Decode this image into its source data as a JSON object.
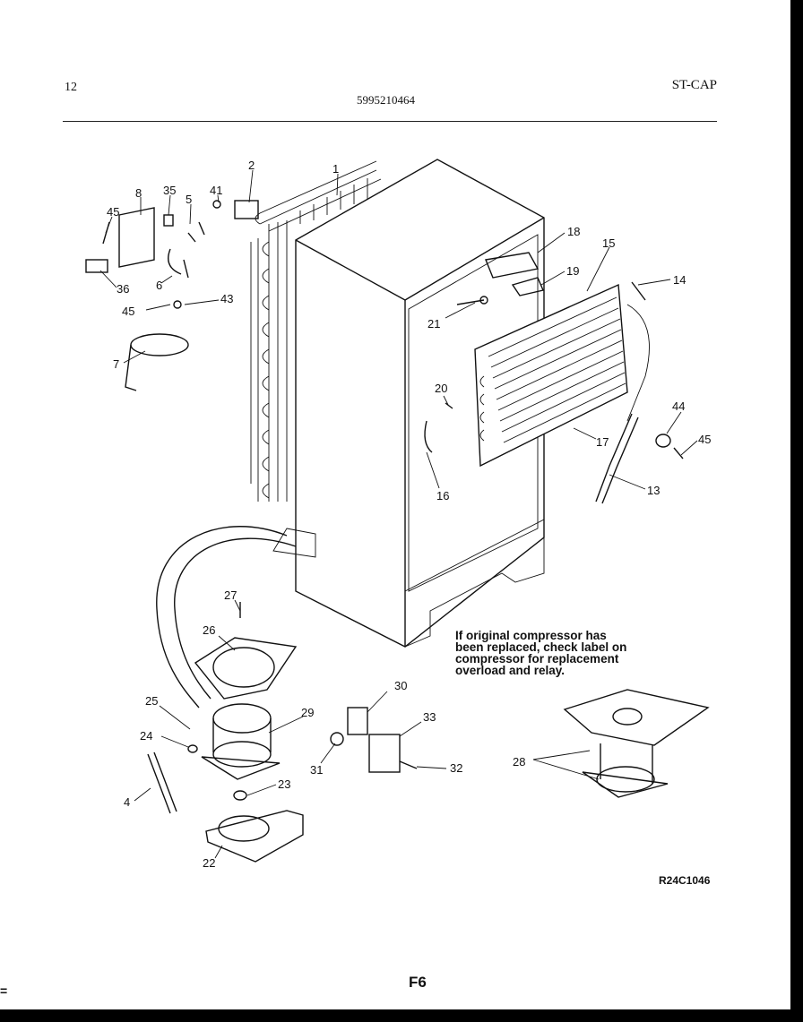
{
  "header": {
    "page_number": "12",
    "part_number": "5995210464",
    "model_code": "ST-CAP"
  },
  "callouts": [
    "1",
    "2",
    "41",
    "35",
    "8",
    "45",
    "5",
    "36",
    "6",
    "45",
    "43",
    "7",
    "18",
    "15",
    "14",
    "19",
    "21",
    "20",
    "16",
    "17",
    "13",
    "44",
    "45",
    "27",
    "26",
    "25",
    "29",
    "24",
    "4",
    "23",
    "22",
    "30",
    "33",
    "31",
    "32",
    "28"
  ],
  "note": {
    "lines": [
      "If original compressor has",
      "been replaced, check label on",
      "compressor for replacement",
      "overload and relay."
    ]
  },
  "drawing_code": "R24C1046",
  "footer_code": "F6",
  "margin_mark": "="
}
